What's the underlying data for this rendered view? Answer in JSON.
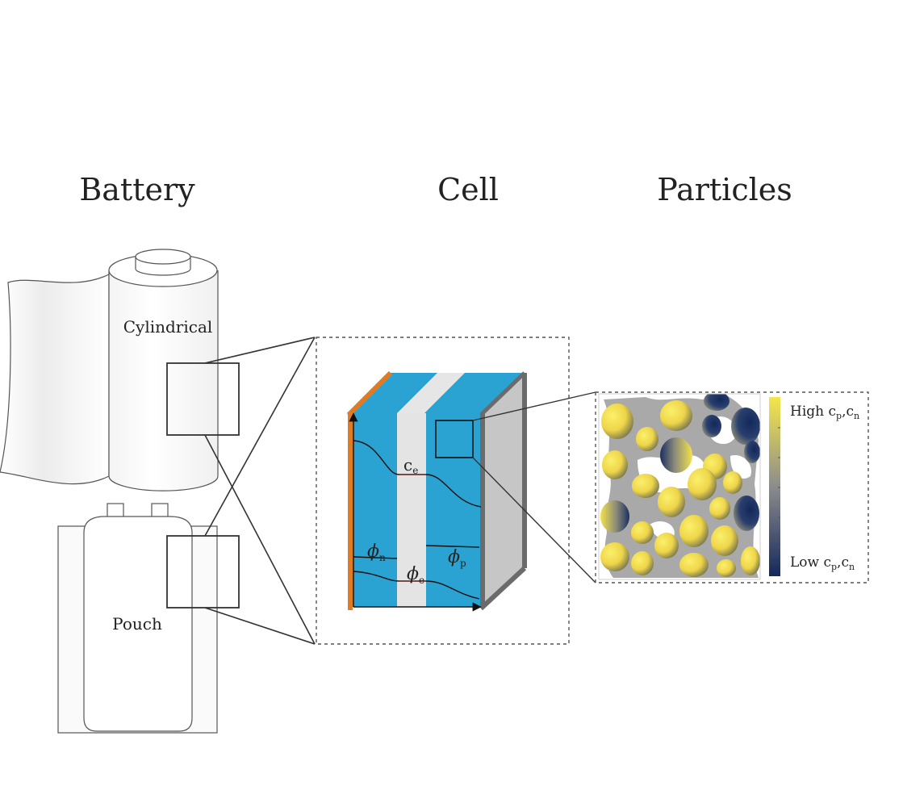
{
  "headings": {
    "battery": "Battery",
    "cell": "Cell",
    "particles": "Particles"
  },
  "battery_types": {
    "cylindrical": "Cylindrical",
    "pouch": "Pouch"
  },
  "cell_labels": {
    "c_main": "c",
    "c_sub": "e",
    "phi_n_main": "ϕ",
    "phi_n_sub": "n",
    "phi_e_main": "ϕ",
    "phi_e_sub": "e",
    "phi_p_main": "ϕ",
    "phi_p_sub": "p"
  },
  "colorbar": {
    "high_prefix": "High c",
    "high_sub1": "p",
    "high_mid": ",c",
    "high_sub2": "n",
    "low_prefix": "Low c",
    "low_sub1": "p",
    "low_mid": ",c",
    "low_sub2": "n"
  },
  "colors": {
    "electrode": "#2aa3d2",
    "separator": "#e4e4e4",
    "negative_collector": "#e07b24",
    "positive_collector": "#6b6b6b",
    "particle_high": "#f2e34a",
    "particle_low": "#1a2e5a",
    "binder": "#a9a9a9"
  }
}
